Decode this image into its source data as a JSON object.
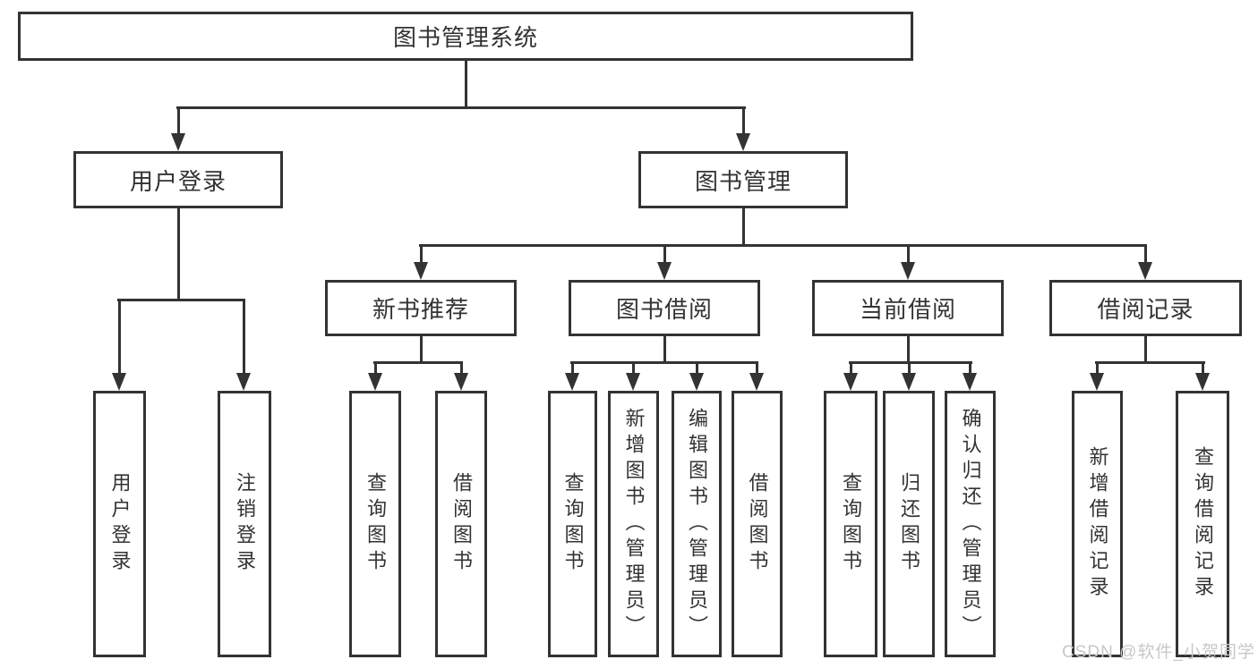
{
  "diagram": {
    "root": {
      "label": "图书管理系统"
    },
    "children": [
      {
        "label": "用户登录",
        "children": [
          {
            "label": "用户登录"
          },
          {
            "label": "注销登录"
          }
        ]
      },
      {
        "label": "图书管理",
        "children": [
          {
            "label": "新书推荐",
            "children": [
              {
                "label": "查询图书"
              },
              {
                "label": "借阅图书"
              }
            ]
          },
          {
            "label": "图书借阅",
            "children": [
              {
                "label": "查询图书"
              },
              {
                "label": "新增图书（管理员）"
              },
              {
                "label": "编辑图书（管理员）"
              },
              {
                "label": "借阅图书"
              }
            ]
          },
          {
            "label": "当前借阅",
            "children": [
              {
                "label": "查询图书"
              },
              {
                "label": "归还图书"
              },
              {
                "label": "确认归还（管理员）"
              }
            ]
          },
          {
            "label": "借阅记录",
            "children": [
              {
                "label": "新增借阅记录"
              },
              {
                "label": "查询借阅记录"
              }
            ]
          }
        ]
      }
    ]
  },
  "watermark": {
    "text": "CSDN @软件_小贺同学"
  },
  "colors": {
    "line": "#333333",
    "text": "#333333",
    "watermark": "#c8c8c8",
    "background": "#ffffff"
  }
}
